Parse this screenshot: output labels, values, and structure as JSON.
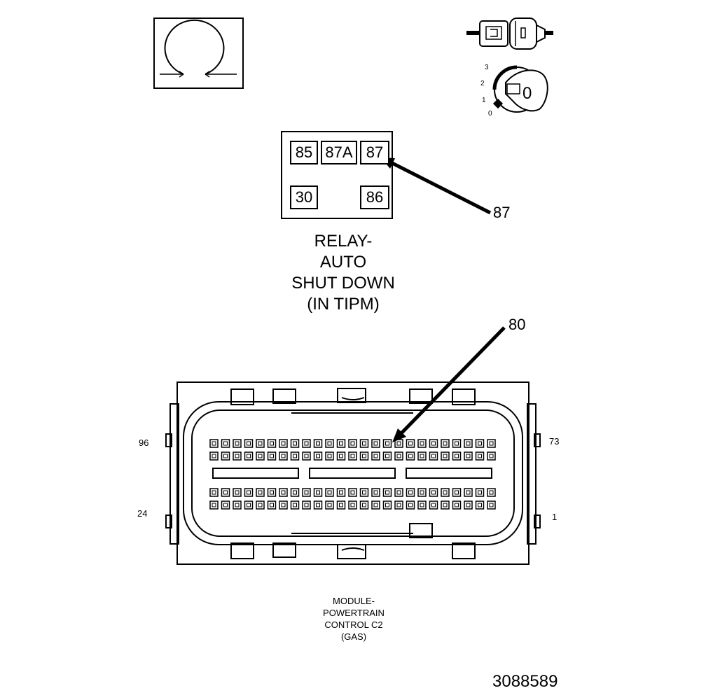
{
  "relay": {
    "terminals": [
      "85",
      "87A",
      "87",
      "30",
      "86"
    ],
    "caption": [
      "RELAY-",
      "AUTO",
      "SHUT DOWN",
      "(IN TIPM)"
    ],
    "callout": "87"
  },
  "module": {
    "callout": "80",
    "pins": {
      "top_left": "96",
      "top_right": "73",
      "bottom_left": "24",
      "bottom_right": "1"
    },
    "caption": [
      "MODULE-",
      "POWERTRAIN",
      "CONTROL C2",
      "(GAS)"
    ]
  },
  "icons": {
    "ohmmeter": "ohm-symbol-icon",
    "connector": "connector-disconnect-icon",
    "ignition": "ignition-key-icon",
    "ignition_positions": [
      "3",
      "2",
      "1",
      "0"
    ],
    "ignition_key_label": "0"
  },
  "figure_id": "3088589"
}
